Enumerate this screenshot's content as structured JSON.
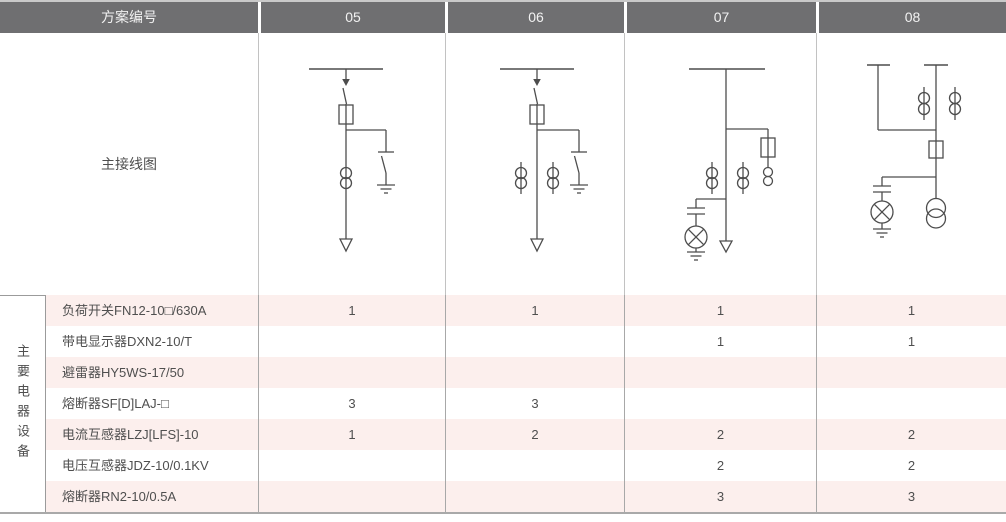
{
  "header": {
    "label": "方案编号",
    "schemes": [
      "05",
      "06",
      "07",
      "08"
    ]
  },
  "diagram_row": {
    "label": "主接线图",
    "diagrams": [
      {
        "scheme": "05",
        "symbols": [
          "busbar",
          "load-switch",
          "fuse",
          "earthing-switch",
          "current-transformer",
          "outgoing-cable-arrow"
        ]
      },
      {
        "scheme": "06",
        "symbols": [
          "busbar",
          "load-switch",
          "fuse",
          "earthing-switch",
          "current-transformer",
          "current-transformer",
          "outgoing-cable-arrow"
        ]
      },
      {
        "scheme": "07",
        "symbols": [
          "busbar",
          "fuse",
          "voltage-transformer",
          "current-transformer",
          "current-transformer",
          "capacitor",
          "indicator-lamp",
          "ground",
          "outgoing-cable-arrow"
        ]
      },
      {
        "scheme": "08",
        "symbols": [
          "busbar",
          "busbar",
          "current-transformer",
          "current-transformer",
          "fuse",
          "capacitor",
          "indicator-lamp",
          "ground",
          "voltage-transformer"
        ]
      }
    ]
  },
  "equipment": {
    "group_label": "主要电器设备",
    "rows": [
      {
        "name": "负荷开关FN12-10□/630A",
        "values": [
          "1",
          "1",
          "1",
          "1"
        ]
      },
      {
        "name": "带电显示器DXN2-10/T",
        "values": [
          "",
          "",
          "1",
          "1"
        ]
      },
      {
        "name": "避雷器HY5WS-17/50",
        "values": [
          "",
          "",
          "",
          ""
        ]
      },
      {
        "name": "熔断器SF[D]LAJ-□",
        "values": [
          "3",
          "3",
          "",
          ""
        ]
      },
      {
        "name": "电流互感器LZJ[LFS]-10",
        "values": [
          "1",
          "2",
          "2",
          "2"
        ]
      },
      {
        "name": "电压互感器JDZ-10/0.1KV",
        "values": [
          "",
          "",
          "2",
          "2"
        ]
      },
      {
        "name": "熔断器RN2-10/0.5A",
        "values": [
          "",
          "",
          "3",
          "3"
        ]
      }
    ]
  },
  "colors": {
    "header_bg": "#6f6f71",
    "header_text": "#f2f2f2",
    "row_pink": "#fcefed",
    "table_text": "#4f4f4f",
    "grid_line": "#a8a8a8",
    "diagram_stroke": "#4d4d4d"
  }
}
